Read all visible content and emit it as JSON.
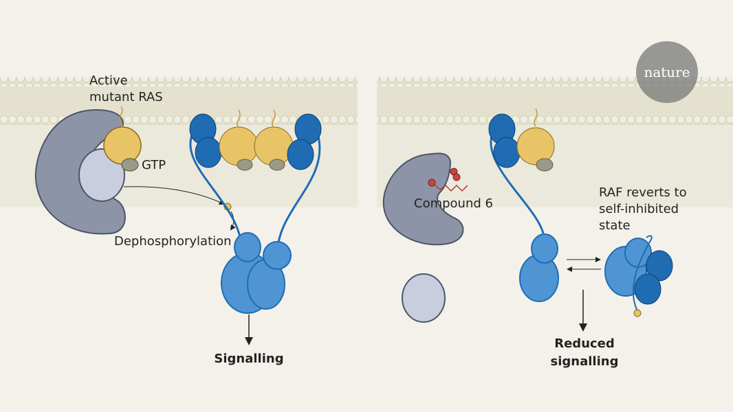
{
  "left_panel": {
    "labels": {
      "active_ras": "Active\nmutant RAS",
      "active_ras_line1": "Active",
      "active_ras_line2": "mutant RAS",
      "gtp": "GTP",
      "dephosphorylation": "Dephosphorylation",
      "outcome": "Signalling"
    }
  },
  "right_panel": {
    "labels": {
      "compound": "Compound 6",
      "raf_state_line1": "RAF reverts to",
      "raf_state_line2": "self-inhibited",
      "raf_state_line3": "state",
      "outcome_line1": "Reduced",
      "outcome_line2": "signalling"
    }
  },
  "logo": {
    "text": "nature"
  },
  "colors": {
    "background": "#f3f1ea",
    "membrane": "#e4e2cf",
    "ras": "#e8c467",
    "gtp": "#9b9a86",
    "raf_dark": "#1f6cb3",
    "raf_light": "#4f95d3",
    "phosphatase": "#8d94a8",
    "phosphatase_light": "#c8cede",
    "compound": "#b23a3a"
  }
}
